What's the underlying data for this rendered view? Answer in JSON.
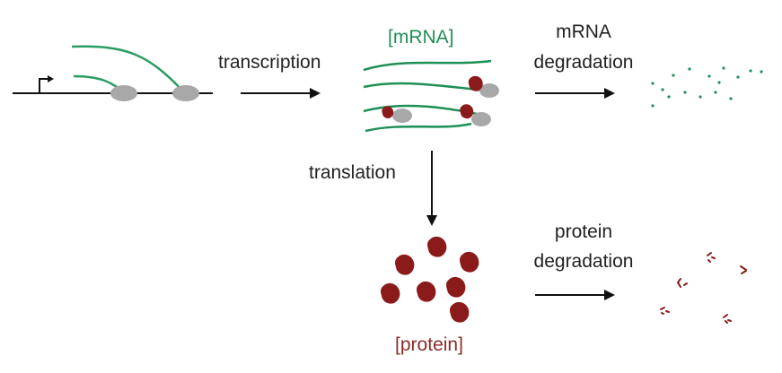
{
  "labels": {
    "transcription": "transcription",
    "mrna": "[mRNA]",
    "mrna_degradation_line1": "mRNA",
    "mrna_degradation_line2": "degradation",
    "translation": "translation",
    "protein_degradation_line1": "protein",
    "protein_degradation_line2": "degradation",
    "protein": "[protein]"
  },
  "colors": {
    "mrna": "#1f8f55",
    "protein": "#8b1a1a",
    "ribosome": "#a8a8a8",
    "text": "#222222",
    "mrna_label": "#1f8f55",
    "protein_label": "#8b2a2a"
  },
  "icons": {
    "promoter": "promoter-arrow-icon",
    "ribosome": "ribosome-icon",
    "protein": "protein-blob-icon"
  }
}
